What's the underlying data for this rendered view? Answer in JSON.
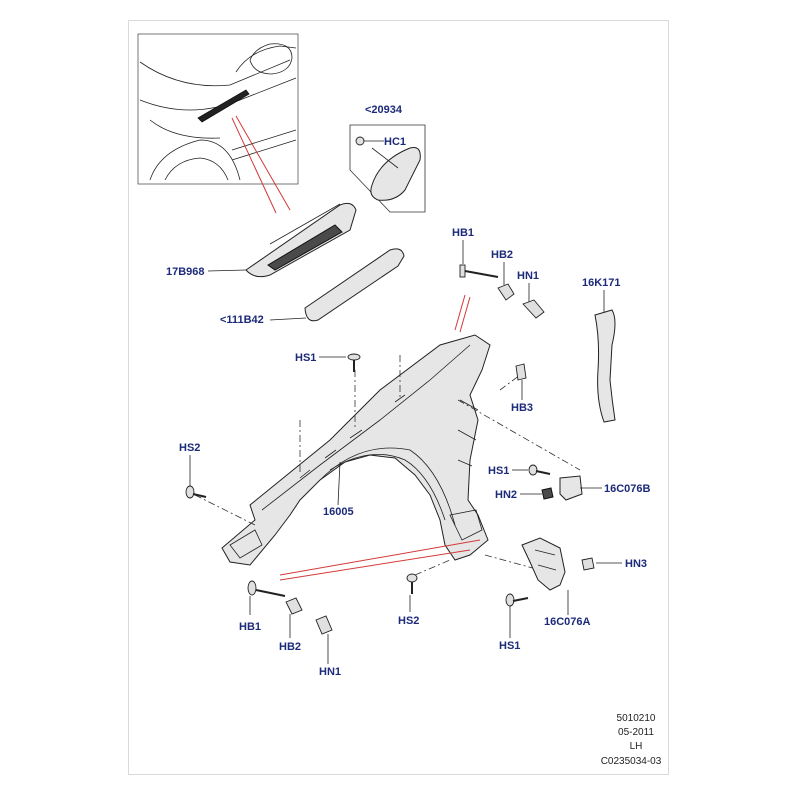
{
  "callouts": {
    "c20934": "<20934",
    "hc1": "HC1",
    "c17b968": "17B968",
    "c111b42": "<111B42",
    "hb1_top": "HB1",
    "hb2_top": "HB2",
    "hn1_top": "HN1",
    "c16k171": "16K171",
    "hs1_top": "HS1",
    "hb3": "HB3",
    "hs2_left": "HS2",
    "c16005": "16005",
    "hs1_mid": "HS1",
    "hn2": "HN2",
    "c16c076b": "16C076B",
    "hn3": "HN3",
    "hb1_bottom": "HB1",
    "hb2_bottom": "HB2",
    "hn1_bottom": "HN1",
    "hs2_bottom": "HS2",
    "hs1_bottom": "HS1",
    "c16c076a": "16C076A"
  },
  "info_block": {
    "line1": "5010210",
    "line2": "05-2011",
    "line3": "LH",
    "line4": "C0235034-03"
  },
  "colors": {
    "label": "#1c2a7a",
    "leader_red": "#d43a3a"
  }
}
